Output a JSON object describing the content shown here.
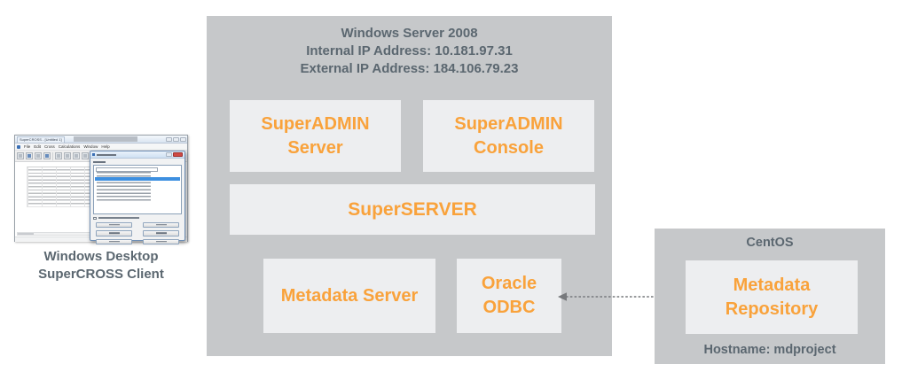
{
  "palette": {
    "container_gray": "#c6c8ca",
    "component_bg": "#edeef0",
    "accent_orange": "#f9a23b",
    "slate_text": "#5b6770",
    "arrow_gray": "#77797c"
  },
  "client": {
    "window_title": "SuperCROSS - [Untitled 1]",
    "menu": [
      "File",
      "Edit",
      "Cross",
      "Calculations",
      "Window",
      "Help"
    ],
    "caption": [
      "Windows Desktop",
      "SuperCROSS Client"
    ]
  },
  "windows_server": {
    "title": "Windows Server 2008",
    "internal_ip_label": "Internal IP Address: 10.181.97.31",
    "external_ip_label": "External IP Address: 184.106.79.23",
    "components": {
      "superadmin_server": "SuperADMIN Server",
      "superadmin_console": "SuperADMIN Console",
      "superserver": "SuperSERVER",
      "metadata_server": "Metadata Server",
      "oracle_odbc": "Oracle ODBC"
    }
  },
  "centos": {
    "title": "CentOS",
    "component": "Metadata Repository",
    "hostname_label": "Hostname: mdproject"
  }
}
